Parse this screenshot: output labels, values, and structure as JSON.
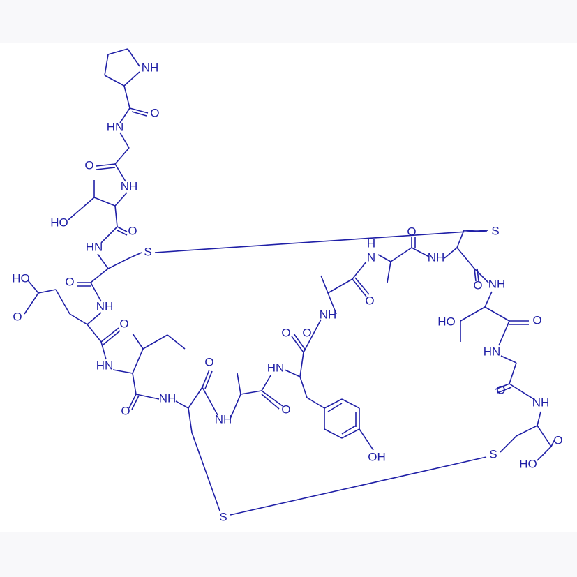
{
  "structure": {
    "color": "#1f1fa6",
    "atom_labels": [
      "NH",
      "O",
      "HN",
      "O",
      "NH",
      "HO",
      "O",
      "HN",
      "S",
      "O",
      "NH",
      "HO",
      "O",
      "O",
      "HN",
      "O",
      "NH",
      "O",
      "NH",
      "O",
      "O",
      "HN",
      "O",
      "NH",
      "O",
      "OH",
      "H",
      "N",
      "O",
      "NH",
      "S",
      "O",
      "NH",
      "HO",
      "O",
      "HN",
      "O",
      "NH",
      "S",
      "O",
      "HO",
      "S"
    ]
  }
}
